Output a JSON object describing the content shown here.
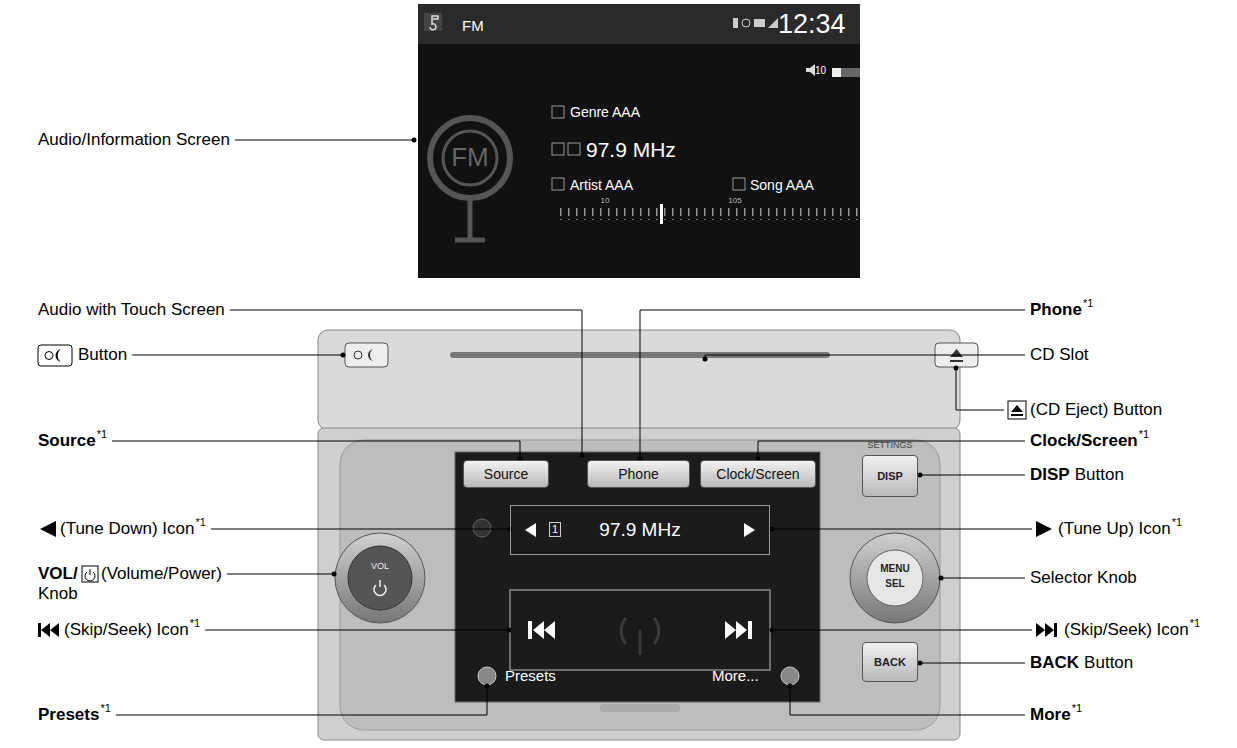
{
  "diagram": {
    "nodes": [
      {
        "text": [
          "Source"
        ]
      },
      {
        "text": [
          "Phone"
        ]
      },
      {
        "text": [
          "Clock/Screen"
        ]
      },
      {
        "text": [
          "97.9 MHz"
        ]
      },
      {
        "text": [
          "DISP"
        ]
      },
      {
        "text": [
          "BACK"
        ]
      }
    ],
    "labels": [
      "FM",
      "12:34",
      "10",
      "Genre AAA",
      "97.9 MHz",
      "Artist AAA",
      "Song AAA",
      "10",
      "105",
      "FM",
      "Audio/Information Screen",
      "Audio with Touch Screen",
      "Button",
      "Source",
      "*1",
      "(Tune Down) Icon",
      "*1",
      "VOL/",
      "(Volume/Power)",
      "Knob",
      "(Skip/Seek) Icon",
      "*1",
      "Presets",
      "*1",
      "Phone",
      "*1",
      "CD Slot",
      "(CD Eject) Button",
      "Clock/Screen",
      "*1",
      "DISP",
      "Button",
      "(Tune Up) Icon",
      "*1",
      "Selector Knob",
      "(Skip/Seek) Icon",
      "*1",
      "BACK",
      "Button",
      "More",
      "*1",
      "SETTINGS",
      "VOL",
      "MENU",
      "SEL",
      "1",
      "Presets",
      "More..."
    ]
  }
}
